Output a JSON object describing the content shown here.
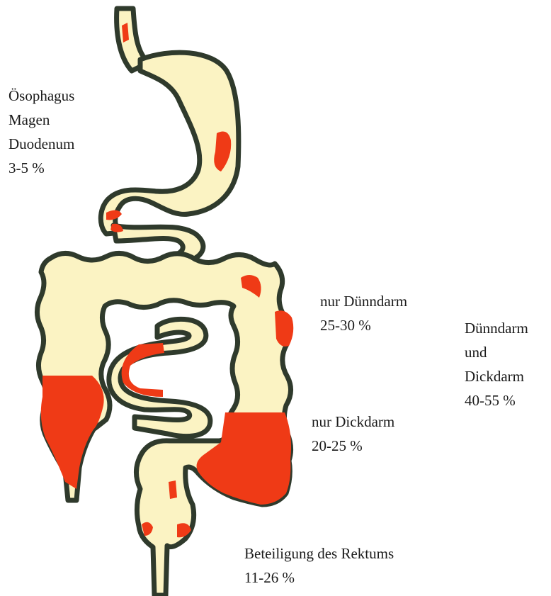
{
  "colors": {
    "tissue_fill": "#fbf3c3",
    "outline": "#2f3a2c",
    "involvement": "#ef3a16",
    "background": "#ffffff"
  },
  "labels": {
    "upper_gi": {
      "line1": "Ösophagus",
      "line2": "Magen",
      "line3": "Duodenum",
      "line4": "3-5 %"
    },
    "small_intestine_only": {
      "line1": "nur Dünndarm",
      "line2": "25-30 %"
    },
    "small_and_large_intestine": {
      "line1": "Dünndarm",
      "line2": "und",
      "line3": "Dickdarm",
      "line4": "40-55 %"
    },
    "large_intestine_only": {
      "line1": "nur Dickdarm",
      "line2": "20-25 %"
    },
    "rectum_involvement": {
      "line1": "Beteiligung des Rektums",
      "line2": "11-26 %"
    }
  }
}
